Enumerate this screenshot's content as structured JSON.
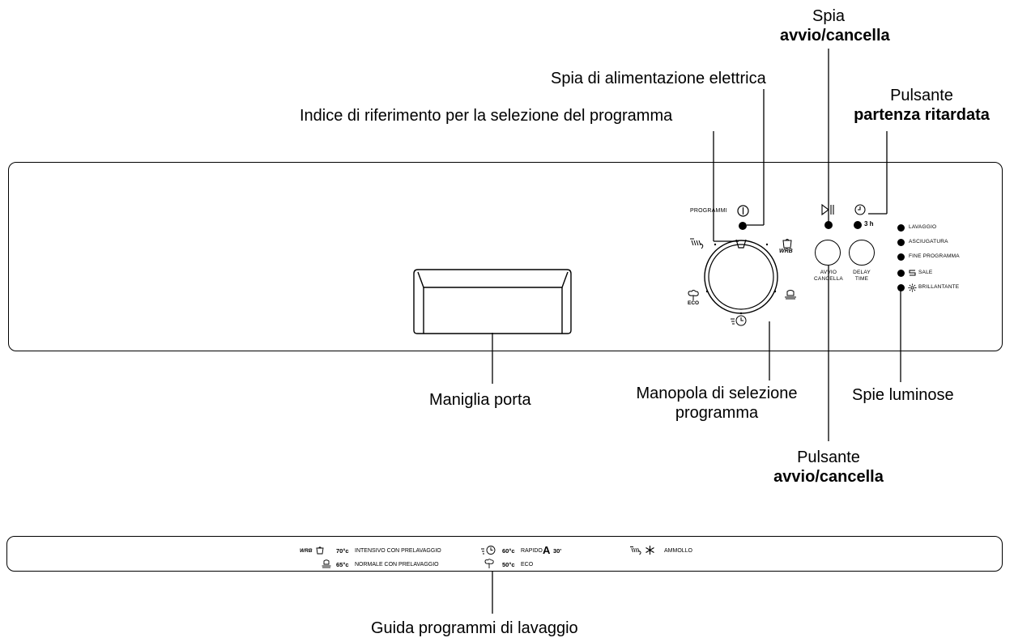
{
  "callouts": {
    "spia_avvio": {
      "line1": "Spia",
      "line2": "avvio/cancella"
    },
    "spia_alimentazione": "Spia di alimentazione elettrica",
    "pulsante_partenza": {
      "line1": "Pulsante",
      "line2": "partenza ritardata"
    },
    "indice_riferimento": "Indice di riferimento per la selezione del programma",
    "maniglia_porta": "Maniglia porta",
    "manopola": {
      "line1": "Manopola di selezione",
      "line2": "programma"
    },
    "spie_luminose": "Spie luminose",
    "pulsante_avvio": {
      "line1": "Pulsante",
      "line2": "avvio/cancella"
    },
    "guida_programmi": "Guida programmi di lavaggio"
  },
  "panel": {
    "programmi_label": "PROGRAMMI",
    "avvio_button_label": {
      "line1": "AVVIO",
      "line2": "CANCELLA"
    },
    "delay_button_label": {
      "line1": "DELAY",
      "line2": "TIME"
    },
    "delay_indicator": "3 h",
    "wrb_mark": "WRB",
    "eco_mark": "ECO",
    "status_lights": [
      "LAVAGGIO",
      "ASCIUGATURA",
      "FINE PROGRAMMA",
      "SALE",
      "BRILLANTANTE"
    ]
  },
  "guide": {
    "wrb_mark": "WRB",
    "col1": [
      {
        "temp": "70°c",
        "name": "INTENSIVO CON PRELAVAGGIO",
        "icon": "pot-icon"
      },
      {
        "temp": "65°c",
        "name": "NORMALE CON PRELAVAGGIO",
        "icon": "plates-icon"
      }
    ],
    "col2": [
      {
        "temp": "60°c",
        "name": "RAPIDO",
        "extra": "30'",
        "icon": "clock-icon"
      },
      {
        "temp": "50°c",
        "name": "ECO",
        "icon": "eco-tree-icon"
      }
    ],
    "col3": [
      {
        "name": "AMMOLLO",
        "icon": "shower-icon"
      }
    ]
  }
}
